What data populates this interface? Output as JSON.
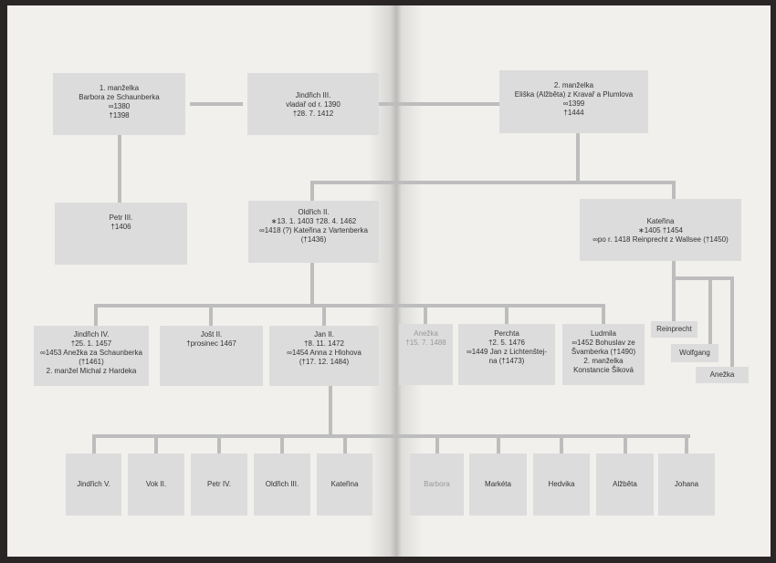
{
  "row1": {
    "wife1": [
      "1. manželka",
      "Barbora ze Schaunberka",
      "∞1380",
      "†1398"
    ],
    "jindrich3": [
      "Jindřich III.",
      "vladař od r. 1390",
      "†28. 7. 1412"
    ],
    "wife2": [
      "2. manželka",
      "Eliška (Alžběta) z Kravař a Plumlova",
      "∞1399",
      "†1444"
    ]
  },
  "row2": {
    "petr3": [
      "Petr III.",
      "†1406"
    ],
    "oldrich2": [
      "Oldřich II.",
      "∗13. 1. 1403  †28. 4. 1462",
      "∞1418 (?) Kateřina z Vartenberka",
      "(†1436)"
    ],
    "katerina": [
      "Kateřina",
      "∗1405  †1454",
      "∞po r. 1418 Reinprecht z Wallsee (†1450)"
    ]
  },
  "row3": {
    "jindrich4": [
      "Jindřich IV.",
      "†25. 1. 1457",
      "∞1453 Anežka za Schaunberka",
      "(†1461)",
      "2. manžel Michal z Hardeka"
    ],
    "jost2": [
      "Jošt II.",
      "†prosinec 1467"
    ],
    "jan2": [
      "Jan II.",
      "†8. 11. 1472",
      "∞1454 Anna z Hlohova",
      "(†17. 12. 1484)"
    ],
    "anezka": [
      "Anežka",
      "†15. 7. 1488"
    ],
    "perchta": [
      "Perchta",
      "†2. 5. 1476",
      "∞1449 Jan z Lichtenštej-",
      "na (†1473)"
    ],
    "ludmila": [
      "Ludmila",
      "∞1452 Bohuslav ze",
      "Švamberka (†1490)",
      "2. manželka",
      "Konstancie Šiková"
    ],
    "reinprecht": "Reinprecht",
    "wolfgang": "Wolfgang",
    "anezka2": "Anežka"
  },
  "row4": [
    "Jindřich V.",
    "Vok II.",
    "Petr IV.",
    "Oldřich III.",
    "Kateřina",
    "Barbora",
    "Markéta",
    "Hedvika",
    "Alžběta",
    "Johana"
  ]
}
